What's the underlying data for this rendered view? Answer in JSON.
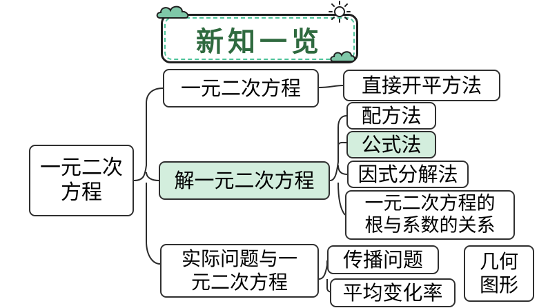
{
  "title": "新知一览",
  "root": "一元二次\n方程",
  "branches": {
    "definition": "一元二次方程",
    "solve": "解一元二次方程",
    "application": "实际问题与一\n元二次方程"
  },
  "methods": {
    "direct": "直接开平方法",
    "complete_square": "配方法",
    "formula": "公式法",
    "factoring": "因式分解法",
    "roots_relation": "一元二次方程的\n根与系数的关系"
  },
  "problems": {
    "spread": "传播问题",
    "growth": "平均变化率",
    "geometry": "几何\n图形"
  },
  "colors": {
    "highlight": "#d3eedd",
    "title_text": "#2f6a3f",
    "title_dash": "#4ec49a",
    "cloud": "#7fc7a8"
  }
}
